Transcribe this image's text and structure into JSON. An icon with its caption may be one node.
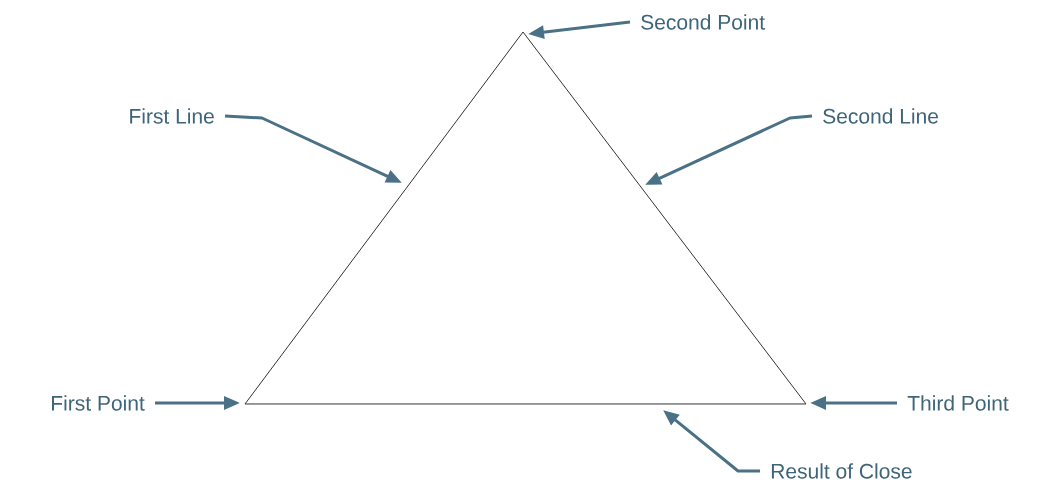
{
  "diagram": {
    "nodes": [
      {
        "text": [
          "Second Point"
        ]
      },
      {
        "text": [
          "First Line"
        ]
      },
      {
        "text": [
          "Second Line"
        ]
      },
      {
        "text": [
          "First Point"
        ]
      },
      {
        "text": [
          "Third Point"
        ]
      },
      {
        "text": [
          "Result of Close"
        ]
      }
    ],
    "edges": [
      {
        "from": 0,
        "to": null,
        "arrow": "to"
      },
      {
        "from": 1,
        "to": null,
        "arrow": "to"
      },
      {
        "from": 2,
        "to": null,
        "arrow": "to"
      },
      {
        "from": 3,
        "to": null,
        "arrow": "to"
      },
      {
        "from": 4,
        "to": null,
        "arrow": "to"
      },
      {
        "from": 5,
        "to": null,
        "arrow": "to"
      }
    ]
  }
}
